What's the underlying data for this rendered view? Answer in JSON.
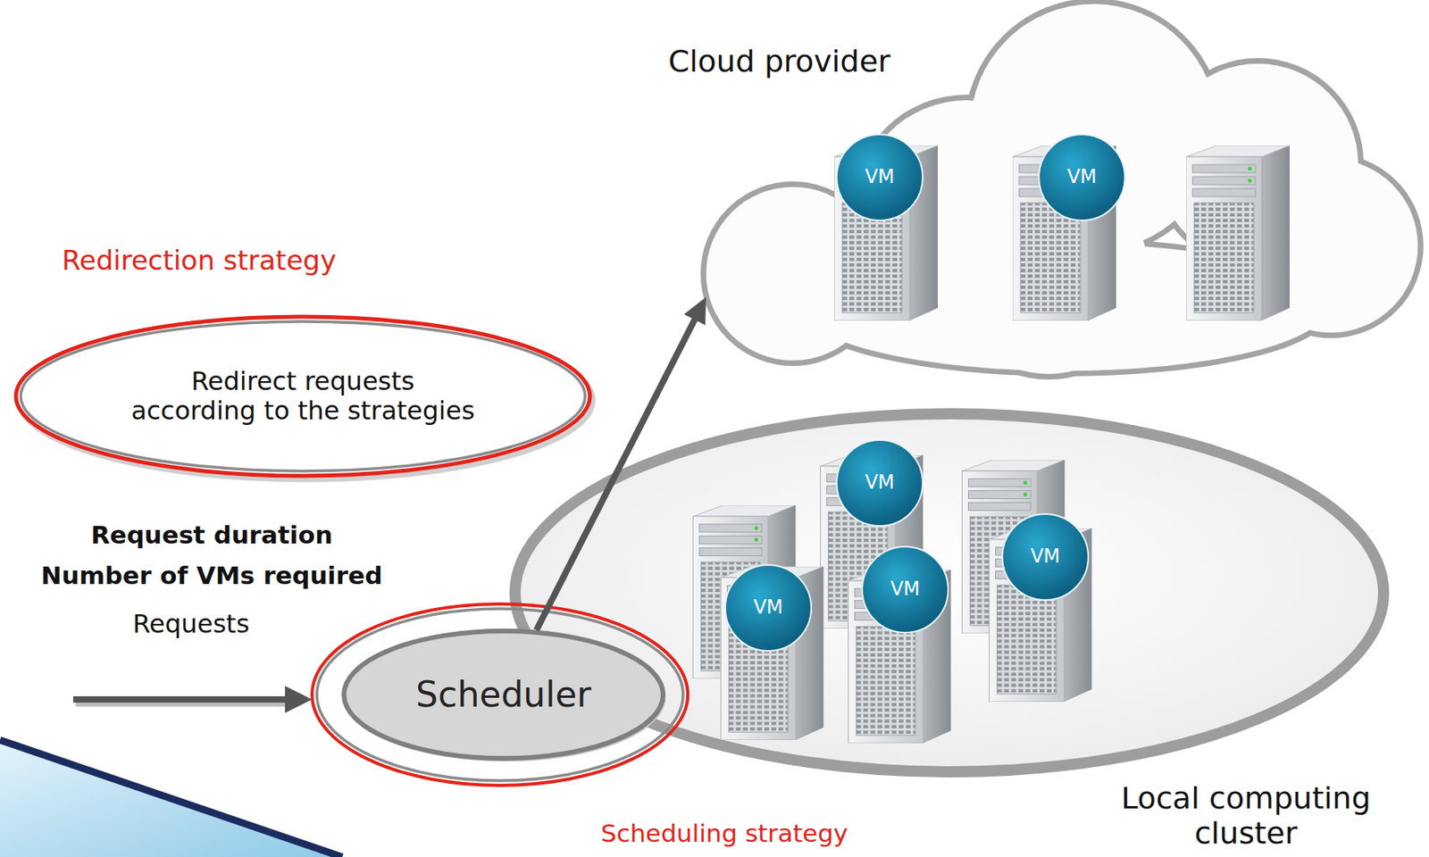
{
  "diagram": {
    "nodes": [
      {
        "text": [
          "Cloud provider"
        ]
      },
      {
        "text": [
          "VM"
        ],
        "in": 0
      },
      {
        "text": [
          "VM"
        ],
        "in": 0
      },
      {
        "text": [
          "Redirection strategy",
          "Redirect requests according to the strategies"
        ]
      },
      {
        "text": [
          "Local computing cluster"
        ]
      },
      {
        "text": [
          "Scheduling strategy"
        ]
      },
      {
        "text": [
          "Scheduler"
        ],
        "in": 5
      },
      {
        "text": [
          "VM"
        ],
        "in": 4
      },
      {
        "text": [
          "VM"
        ],
        "in": 4
      },
      {
        "text": [
          "VM"
        ],
        "in": 4
      },
      {
        "text": [
          "VM"
        ],
        "in": 4
      }
    ],
    "edges": [
      {
        "from": 6,
        "to": 0,
        "arrow": "to"
      }
    ],
    "labels": [
      "Request duration",
      "Number of VMs required",
      "Requests"
    ]
  }
}
